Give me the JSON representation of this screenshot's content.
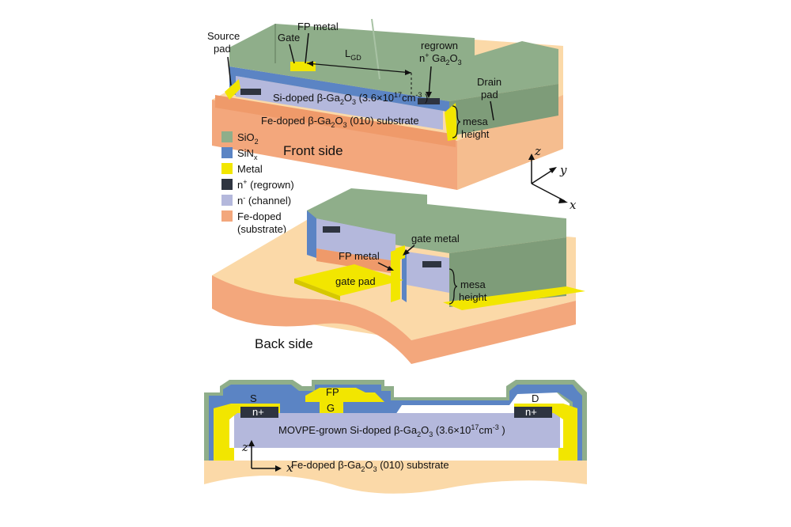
{
  "front": {
    "view_title": "Front side",
    "source_pad": [
      "Source",
      "pad"
    ],
    "gate": "Gate",
    "fp_metal": "FP metal",
    "lgd_main": "L",
    "lgd_sub": "GD",
    "regrown_line1": "regrown",
    "regrown_line2_prefix": "n",
    "regrown_line2_sup": "+",
    "regrown_line2_main": " Ga",
    "regrown_sub1": "2",
    "regrown_o": "O",
    "regrown_sub2": "3",
    "drain_pad": [
      "Drain",
      "pad"
    ],
    "channel_text_a": "Si-doped β-Ga",
    "channel_sub1": "2",
    "channel_text_b": "O",
    "channel_sub2": "3",
    "channel_text_c": " (3.6×10",
    "channel_sup": "17",
    "channel_text_d": "cm",
    "channel_sup2": "-3",
    "channel_text_e": " )",
    "substrate_a": "Fe-doped β-Ga",
    "substrate_sub1": "2",
    "substrate_b": "O",
    "substrate_sub2": "3",
    "substrate_c": " (010) substrate",
    "mesa": [
      "mesa",
      "height"
    ]
  },
  "legend": {
    "items": [
      {
        "label": "SiO",
        "sub": "2",
        "color": "#8fae8a"
      },
      {
        "label": "SiN",
        "sub": "x",
        "color": "#5b84c4"
      },
      {
        "label": "Metal",
        "sub": "",
        "color": "#f2e600"
      },
      {
        "label": "n",
        "sup": "+",
        "rest": " (regrown)",
        "color": "#2e3440"
      },
      {
        "label": "n",
        "sup": "-",
        "rest": " (channel)",
        "color": "#b4b8dc"
      },
      {
        "label": "Fe-doped",
        "line2": "(substrate)",
        "color": "#f3a77c"
      }
    ]
  },
  "axes": {
    "z": "z",
    "y": "y",
    "x": "x"
  },
  "back": {
    "view_title": "Back side",
    "gate_metal": "gate metal",
    "fp_metal": "FP metal",
    "gate_pad": "gate pad",
    "mesa": [
      "mesa",
      "height"
    ]
  },
  "cross": {
    "S": "S",
    "n_plus_left": "n+",
    "FP": "FP",
    "G": "G",
    "D": "D",
    "n_plus_right": "n+",
    "channel_a": "MOVPE-grown Si-doped β-Ga",
    "channel_sub1": "2",
    "channel_b": "O",
    "channel_sub2": "3",
    "channel_c": " (3.6×10",
    "channel_sup": "17",
    "channel_d": "cm",
    "channel_sup2": "-3",
    "channel_e": " )",
    "substrate_a": "Fe-doped β-Ga",
    "substrate_sub1": "2",
    "substrate_b": "O",
    "substrate_sub2": "3",
    "substrate_c": " (010) substrate",
    "axis_z": "z",
    "axis_x": "x"
  },
  "colors": {
    "sio2": "#8fae8a",
    "sinx": "#5b84c4",
    "metal": "#f2e600",
    "nplus": "#2e3440",
    "channel": "#b4b8dc",
    "substrate": "#f3a77c",
    "substrate_light": "#fbd9a8"
  }
}
